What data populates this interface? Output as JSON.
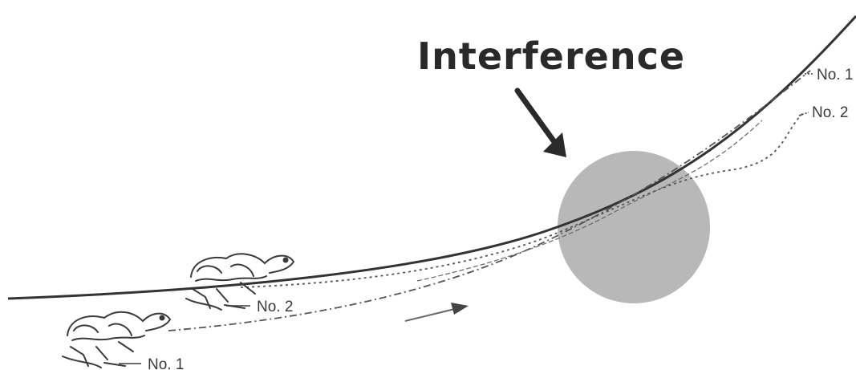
{
  "title": "Interference",
  "labels": {
    "track_no1": "No. 1",
    "track_no2": "No. 2",
    "dog_no2": "No. 2",
    "dog_no1": "No. 1"
  },
  "icons": {
    "arrow": "down-right-arrow-icon",
    "zone": "interference-zone",
    "dogs": "greyhound-icon"
  },
  "colors": {
    "ink": "#2a2a2a",
    "zone_fill": "#b8b8b8",
    "line": "#333333"
  }
}
